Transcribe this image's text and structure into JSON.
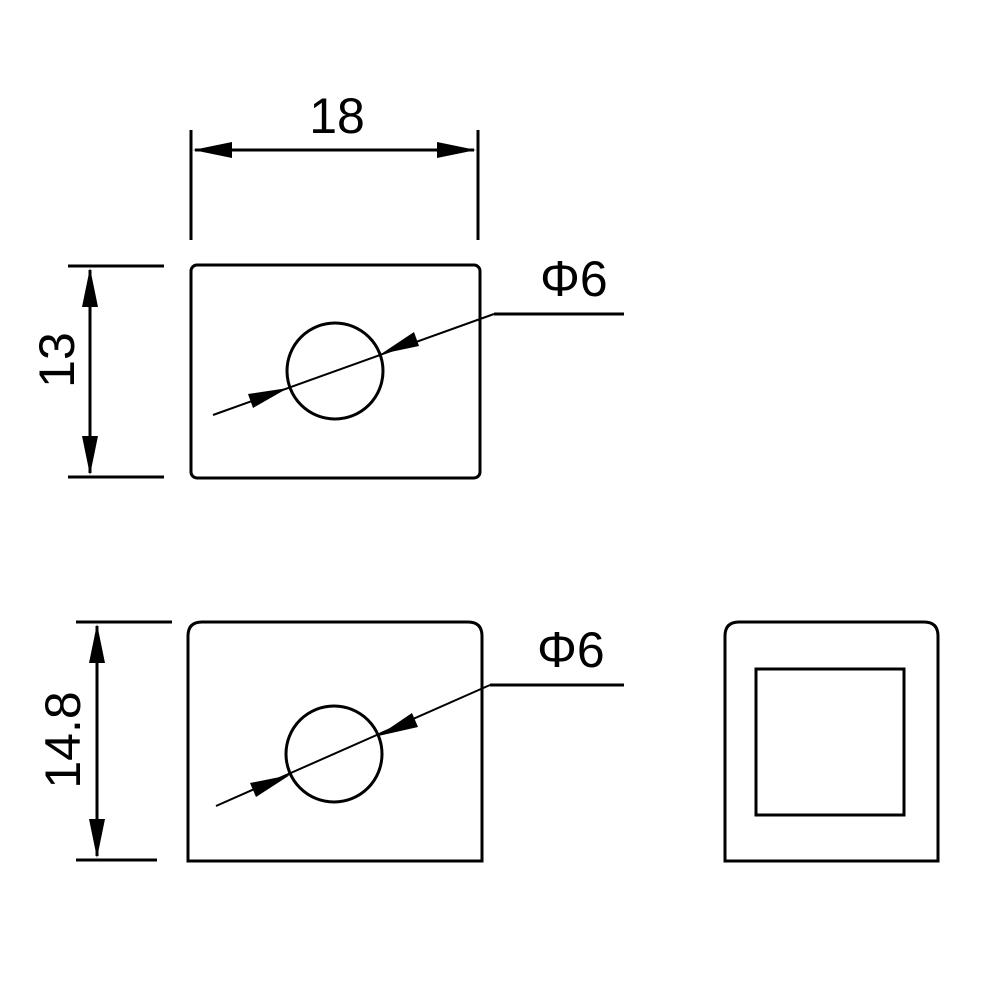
{
  "dimensions": {
    "width_label": "18",
    "top_height_label": "13",
    "top_hole_label": "Φ6",
    "bottom_height_label": "14.8",
    "bottom_hole_label": "Φ6"
  },
  "colors": {
    "line": "#000000",
    "background": "#ffffff"
  }
}
